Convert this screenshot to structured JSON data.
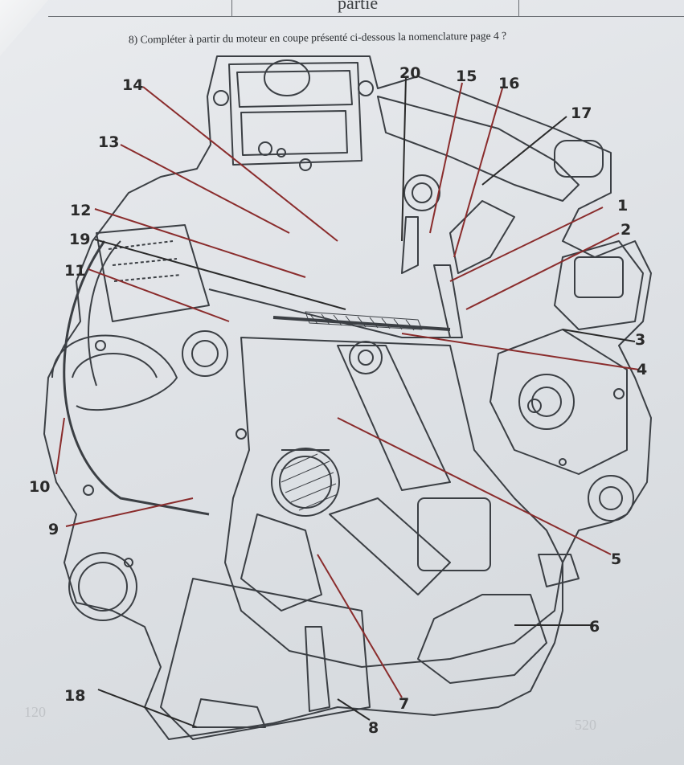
{
  "header": {
    "top_word": "partie"
  },
  "instruction": "8) Compléter à partir du moteur en coupe présenté ci-dessous la nomenclature page 4 ?",
  "callouts": [
    "1",
    "2",
    "3",
    "4",
    "5",
    "6",
    "7",
    "8",
    "9",
    "10",
    "11",
    "12",
    "13",
    "14",
    "15",
    "16",
    "17",
    "18",
    "19",
    "20"
  ],
  "margin_marks": {
    "left": "120",
    "right": "520"
  },
  "colors": {
    "paper": "#e6e8eb",
    "ink": "#3b3f44",
    "leader_red": "#8a2c2c",
    "leader_dark": "#2a2a2a"
  }
}
